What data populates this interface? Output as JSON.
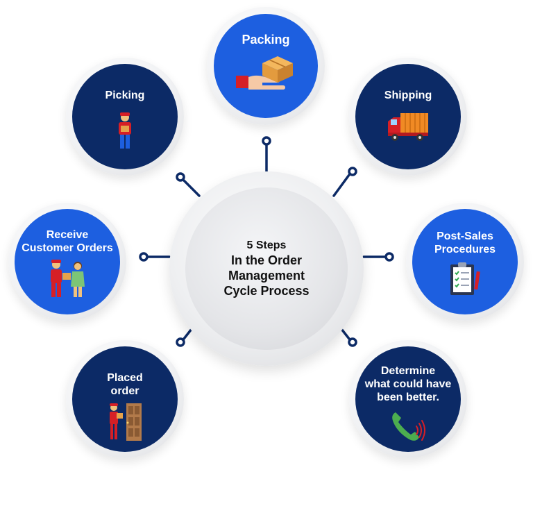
{
  "center": {
    "line1": "5 Steps",
    "line2": "In the Order\nManagement\nCycle Process"
  },
  "steps": {
    "packing": {
      "label": "Packing",
      "icon": "package-hand-icon"
    },
    "picking": {
      "label": "Picking",
      "icon": "delivery-person-icon"
    },
    "shipping": {
      "label": "Shipping",
      "icon": "delivery-truck-icon"
    },
    "receive": {
      "label": "Receive\nCustomer Orders",
      "icon": "handover-icon"
    },
    "post_sales": {
      "label": "Post-Sales\nProcedures",
      "icon": "clipboard-checklist-icon"
    },
    "placed": {
      "label": "Placed\norder",
      "icon": "courier-at-door-icon"
    },
    "determine": {
      "label": "Determine\nwhat could have\nbeen better.",
      "icon": "ringing-phone-icon"
    }
  },
  "colors": {
    "navy": "#0c2a66",
    "blue": "#1d5fe0",
    "connector": "#0c2a66",
    "accent_red": "#d61f26",
    "box": "#e6a24a"
  }
}
